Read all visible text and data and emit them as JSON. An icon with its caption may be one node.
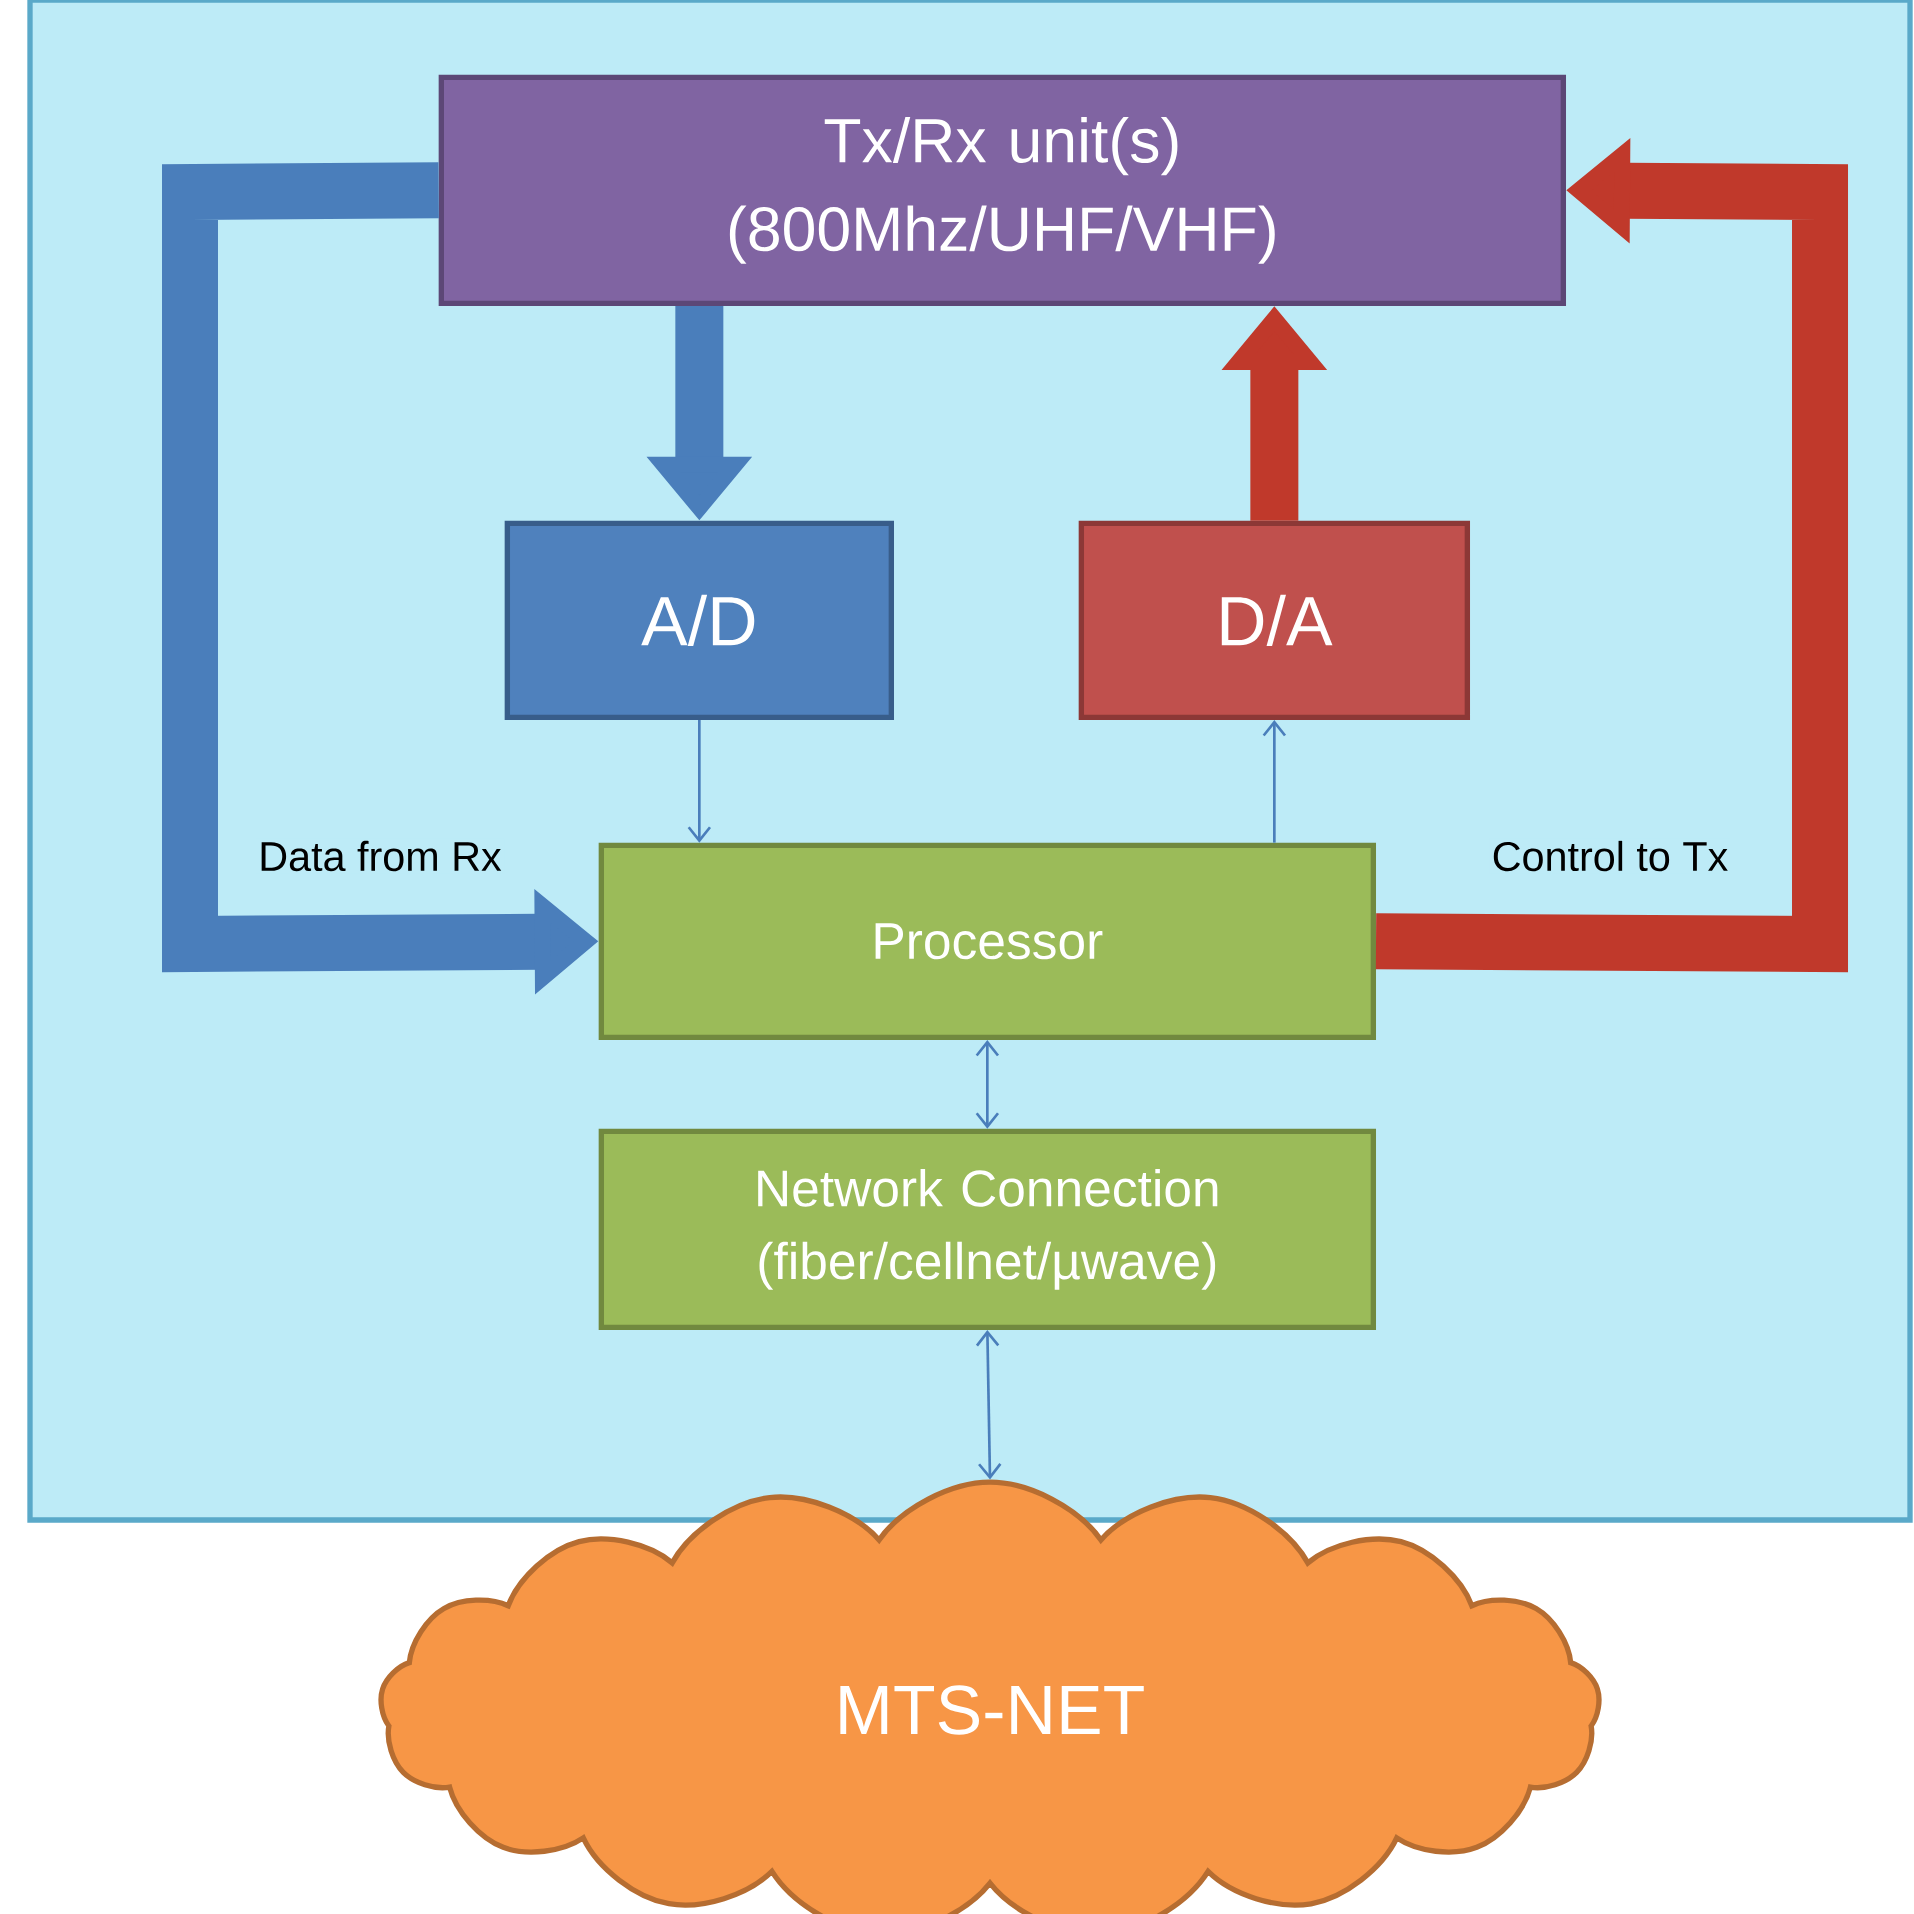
{
  "diagram": {
    "nodes": [
      {
        "text": [],
        "shape": "box"
      },
      {
        "text": [
          "Tx/Rx unit(s) (800Mhz/UHF/VHF)"
        ],
        "in": 0
      },
      {
        "text": [
          "A/D"
        ],
        "in": 0
      },
      {
        "text": [
          "D/A"
        ],
        "in": 0
      },
      {
        "text": [
          "Processor"
        ],
        "in": 0
      },
      {
        "text": [
          "Network Connection (fiber/cellnet/µwave)"
        ],
        "in": 0
      },
      {
        "text": [
          "MTS-NET"
        ]
      }
    ],
    "edges": [
      {
        "from": 1,
        "to": 4,
        "arrow": "to",
        "label": "Data from Rx",
        "style": "thick"
      },
      {
        "from": 1,
        "to": 2,
        "arrow": "to",
        "style": "thick"
      },
      {
        "from": 2,
        "to": 4,
        "arrow": "to"
      },
      {
        "from": 4,
        "to": 3,
        "arrow": "to"
      },
      {
        "from": 3,
        "to": 1,
        "arrow": "to",
        "style": "thick",
        "color": "#c0392b"
      },
      {
        "from": 4,
        "to": 1,
        "arrow": "to",
        "label": "Control to Tx",
        "style": "thick",
        "color": "#c0392b"
      },
      {
        "from": 4,
        "to": 5,
        "arrow": "both"
      },
      {
        "from": 5,
        "to": 6,
        "arrow": "both"
      }
    ]
  }
}
